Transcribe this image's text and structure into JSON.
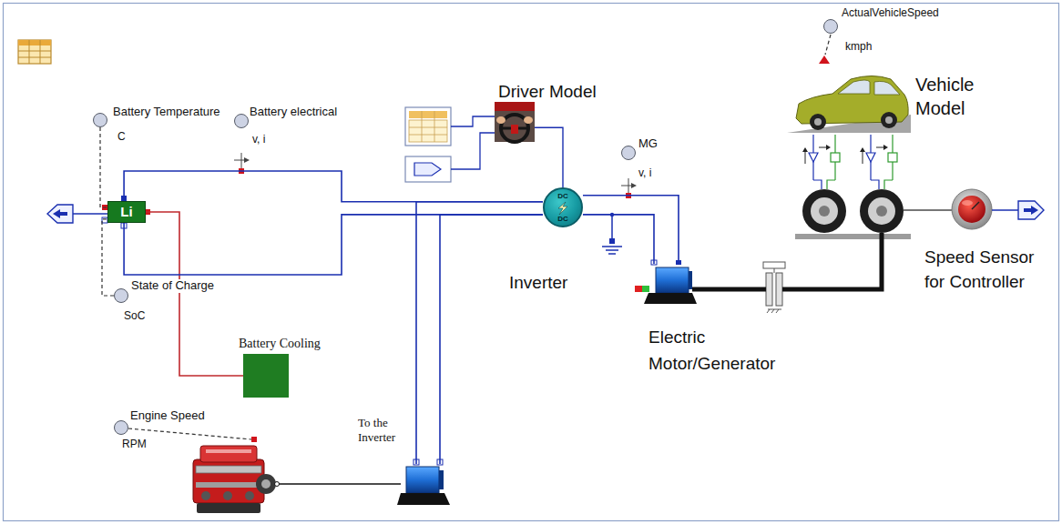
{
  "diagram": {
    "nodes": [
      {
        "text": [
          "Battery Temperature",
          "C"
        ]
      },
      {
        "text": [
          "Battery electrical",
          "v, i"
        ]
      },
      {
        "text": [
          "Li"
        ]
      },
      {
        "text": [
          "State of Charge",
          "SoC"
        ]
      },
      {
        "text": [
          "Battery Cooling"
        ]
      },
      {
        "text": [
          "Engine Speed",
          "RPM"
        ]
      },
      {
        "text": [
          "To the Inverter"
        ]
      },
      {
        "text": [
          "Driver Model"
        ]
      },
      {
        "text": [
          "DC",
          "DC",
          "Inverter"
        ]
      },
      {
        "text": [
          "MG",
          "v, i"
        ]
      },
      {
        "text": [
          "Electric Motor/Generator"
        ]
      },
      {
        "text": [
          "ActualVehicleSpeed",
          "kmph"
        ]
      },
      {
        "text": [
          "Vehicle Model"
        ]
      },
      {
        "text": [
          "Speed Sensor for Controller"
        ]
      }
    ],
    "edges": [
      {
        "from": 0,
        "to": 2,
        "arrow": "none"
      },
      {
        "from": 3,
        "to": 2,
        "arrow": "none"
      },
      {
        "from": 2,
        "to": 4,
        "arrow": "none"
      },
      {
        "from": 2,
        "to": 8,
        "arrow": "none"
      },
      {
        "from": 2,
        "to": 8,
        "arrow": "none"
      },
      {
        "from": 6,
        "to": 8,
        "arrow": "none"
      },
      {
        "from": 6,
        "to": 8,
        "arrow": "none"
      },
      {
        "from": 7,
        "to": 8,
        "arrow": "none"
      },
      {
        "from": 8,
        "to": 10,
        "arrow": "none"
      },
      {
        "from": 8,
        "to": 10,
        "arrow": "none"
      },
      {
        "from": 10,
        "to": 12,
        "arrow": "none"
      },
      {
        "from": 12,
        "to": 13,
        "arrow": "none"
      }
    ]
  }
}
